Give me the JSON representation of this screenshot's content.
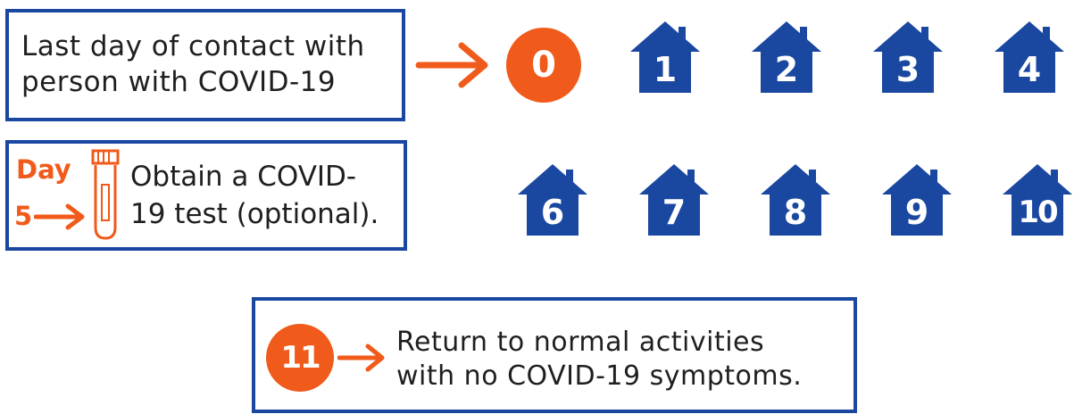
{
  "contact_box": {
    "text": "Last day of contact with\nperson with COVID-19"
  },
  "day_zero": "0",
  "houses_row1": [
    "1",
    "2",
    "3",
    "4"
  ],
  "test_box": {
    "day_label": "Day",
    "day_num": "5",
    "text": "Obtain a COVID-\n19 test (optional)."
  },
  "houses_row2": [
    "6",
    "7",
    "8",
    "9",
    "10"
  ],
  "return_box": {
    "day": "11",
    "text": "Return to normal activities\nwith no COVID-19 symptoms."
  },
  "colors": {
    "blue": "#1a47a0",
    "orange": "#f05a1a"
  }
}
